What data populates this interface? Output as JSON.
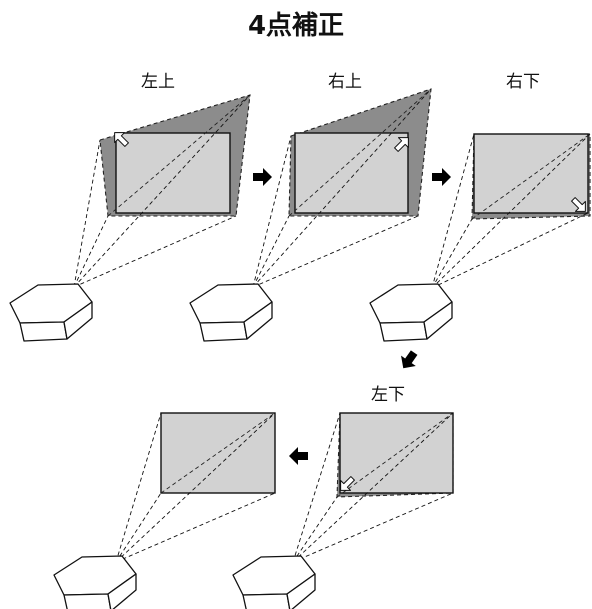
{
  "title": "4点補正",
  "steps": [
    {
      "label": "左上",
      "corner_icon": "arrow-cursor-icon"
    },
    {
      "label": "右上",
      "corner_icon": "arrow-cursor-icon"
    },
    {
      "label": "右下",
      "corner_icon": "arrow-cursor-icon"
    },
    {
      "label": "左下",
      "corner_icon": "arrow-cursor-icon"
    }
  ],
  "icons": {
    "flow_arrow": "arrow-icon",
    "projector": "projector-icon"
  },
  "colors": {
    "keystone_area": "#8c8c8c",
    "screen": "#d2d2d2",
    "line": "#111111"
  }
}
